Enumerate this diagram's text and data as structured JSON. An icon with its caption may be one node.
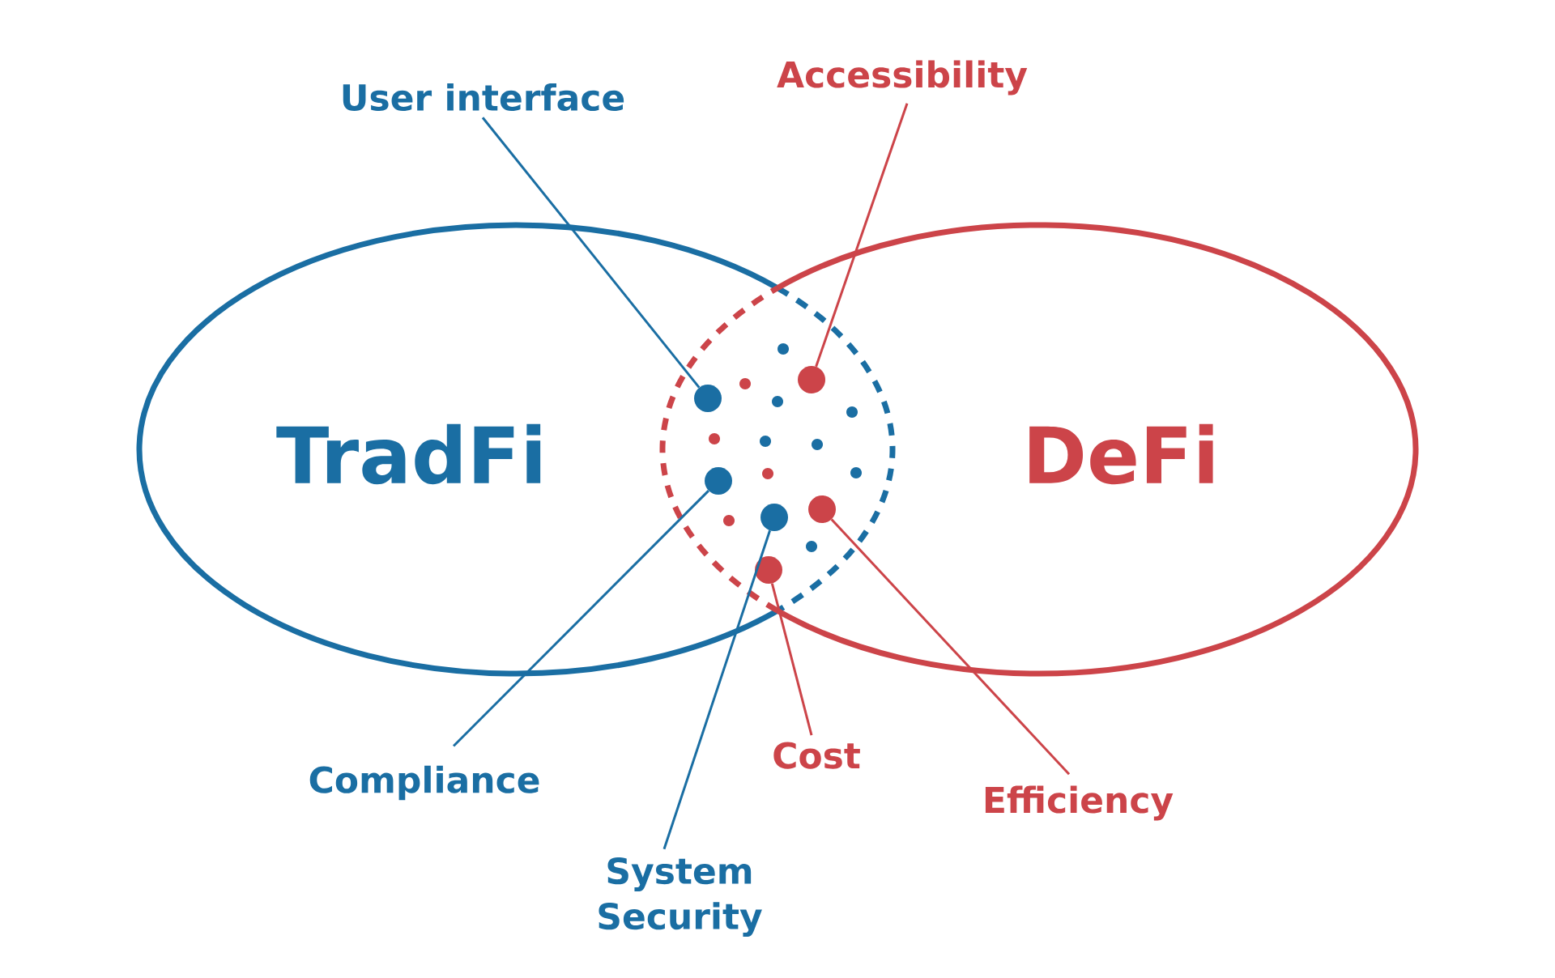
{
  "diagram": {
    "nodes": [
      {
        "text": [
          "User interface"
        ]
      },
      {
        "text": [
          "Accessibility"
        ]
      },
      {
        "text": [
          "TradFi"
        ]
      },
      {
        "text": [
          "DeFi"
        ]
      },
      {
        "text": [],
        "shape": "circle"
      },
      {
        "text": [],
        "shape": "circle"
      },
      {
        "text": [],
        "shape": "circle"
      },
      {
        "text": [],
        "shape": "circle"
      },
      {
        "text": [],
        "shape": "circle"
      },
      {
        "text": [],
        "shape": "circle"
      },
      {
        "text": [
          "Cost"
        ]
      },
      {
        "text": [
          "Compliance"
        ]
      },
      {
        "text": [
          "Efficiency"
        ]
      },
      {
        "text": [
          "System Security"
        ]
      }
    ],
    "edges": [
      {
        "from": 0,
        "to": 4,
        "arrow": "none",
        "color": "#1a6ea3"
      },
      {
        "from": 1,
        "to": 5,
        "arrow": "none",
        "color": "#cc4449"
      },
      {
        "from": 11,
        "to": 6,
        "arrow": "none",
        "color": "#1a6ea3"
      },
      {
        "from": 13,
        "to": 8,
        "arrow": "none",
        "color": "#1a6ea3"
      },
      {
        "from": 10,
        "to": 9,
        "arrow": "none",
        "color": "#cc4449"
      },
      {
        "from": 12,
        "to": 7,
        "arrow": "none",
        "color": "#cc4449"
      }
    ]
  }
}
